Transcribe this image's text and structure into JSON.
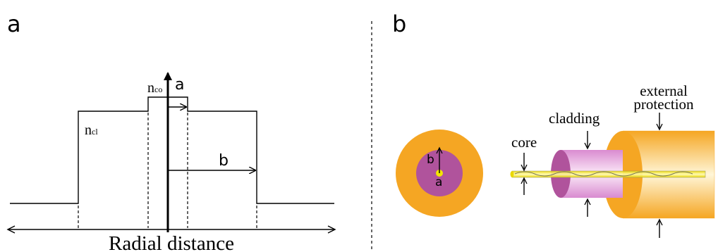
{
  "panel_a": {
    "label": "a",
    "n_core": "n",
    "n_core_sub": "co",
    "n_cladding": "n",
    "n_cladding_sub": "cl",
    "radius_core": "a",
    "radius_cladding": "b",
    "x_axis_label": "Radial distance"
  },
  "panel_b": {
    "label": "b",
    "cross_section_b": "b",
    "cross_section_a": "a",
    "core_label": "core",
    "cladding_label": "cladding",
    "protection_label_line1": "external",
    "protection_label_line2": "protection"
  },
  "colors": {
    "protection": "#F5A623",
    "protection_light": "#FFF6D8",
    "cladding": "#B0539C",
    "cladding_light": "#F6D6F1",
    "core": "#F2E600",
    "line": "#000000"
  }
}
